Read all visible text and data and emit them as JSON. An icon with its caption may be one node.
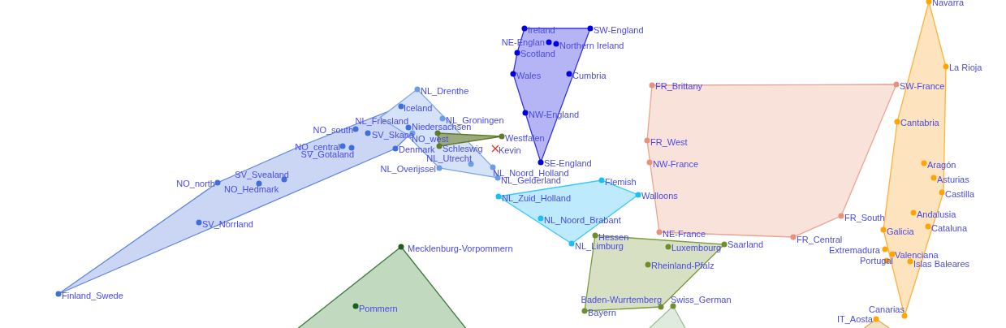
{
  "diagram": {
    "labels": [
      "Navarra",
      "Ireland",
      "SW-England",
      "NE-Englan",
      "Northern Ireland",
      "Scotland",
      "Wales",
      "Cumbria",
      "La Rioja",
      "FR_Brittany",
      "SW-France",
      "NL_Drenthe",
      "Iceland",
      "NW-England",
      "NL_Groningen",
      "NL_Friesland",
      "Cantabria",
      "NO_south",
      "Niedersachsen",
      "SV_Skane",
      "NO_west",
      "Westfalen",
      "FR_West",
      "NO_central",
      "SV_Gotaland",
      "Schleswig",
      "Kevin",
      "Denmark",
      "NW-France",
      "Aragón",
      "SE-England",
      "NL_Utrecht",
      "NL_Overijssel",
      "NL_Noord_Holland",
      "SV_Svealand",
      "NL_Gelderland",
      "Asturias",
      "Flemish",
      "NO_north",
      "NO_Hedmark",
      "Castilla",
      "Walloons",
      "NL_Zuid_Holland",
      "Andalusia",
      "FR_South",
      "NL_Noord_Brabant",
      "SV_Norrland",
      "Cataluna",
      "Galicia",
      "NE-France",
      "Hessen",
      "FR_Central",
      "Saarland",
      "NL_Limburg",
      "Luxembourg",
      "Mecklenburg-Vorpommern",
      "Extremadura",
      "Valenciana",
      "Portugal",
      "Islas Baleares",
      "Rheinland-Pfalz",
      "Finland_Swede",
      "Baden-Wurrtemberg",
      "Swiss_German",
      "Pommern",
      "Bayern",
      "Canarias",
      "IT_Aosta"
    ]
  }
}
